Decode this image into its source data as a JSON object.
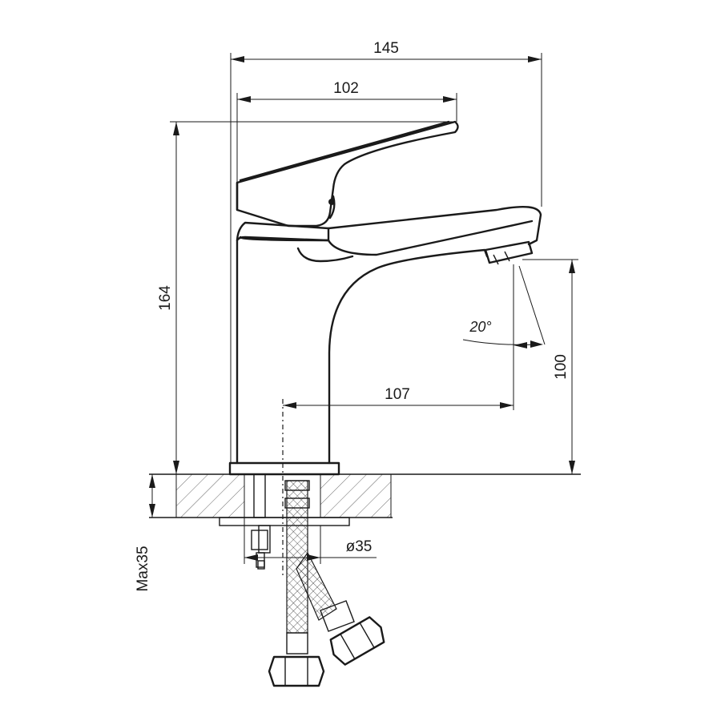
{
  "dimensions": {
    "overall_width": "145",
    "handle_length": "102",
    "overall_height": "164",
    "spout_height": "100",
    "spout_reach": "107",
    "spray_angle": "20°",
    "mount_hole_diameter": "ø35",
    "max_deck_thickness": "Max35"
  },
  "colors": {
    "line": "#1a1a1a",
    "background": "#ffffff",
    "hatch": "#555555"
  }
}
